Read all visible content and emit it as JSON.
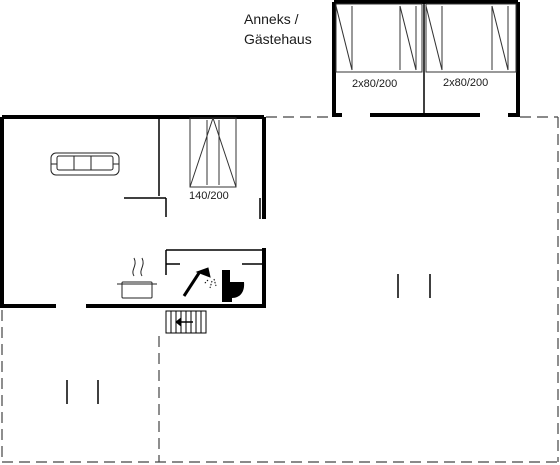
{
  "annex": {
    "title_line1": "Anneks /",
    "title_line2": "Gästehaus",
    "bed_left": "2x80/200",
    "bed_right": "2x80/200"
  },
  "main_house": {
    "bed_label": "140/200"
  },
  "icons": [
    "sofa-icon",
    "bed-icon",
    "cooking-pot-icon",
    "shower-icon",
    "toilet-icon",
    "stairs-icon",
    "door-gap-icon"
  ],
  "colors": {
    "wall": "#000000",
    "line": "#444444",
    "background": "#ffffff"
  }
}
